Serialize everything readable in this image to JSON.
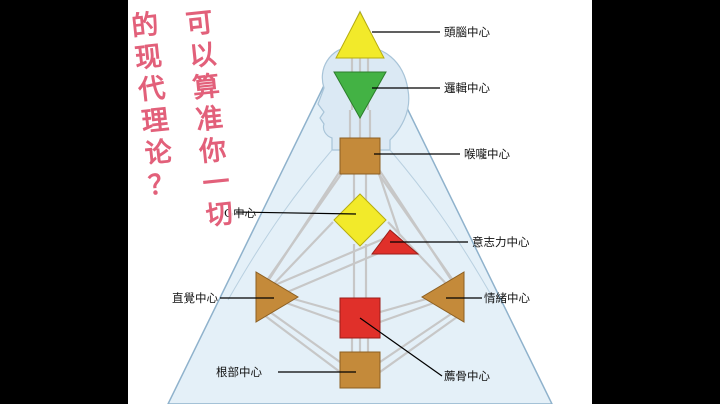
{
  "overlay_text": {
    "left_column": [
      "的",
      "现",
      "代",
      "理",
      "论",
      "？"
    ],
    "right_column": [
      "可",
      "以",
      "算",
      "准",
      "你",
      "一",
      "切"
    ]
  },
  "centers": {
    "head": "頭腦中心",
    "ajna": "邏輯中心",
    "throat": "喉嚨中心",
    "g": "G中心",
    "will": "意志力中心",
    "spleen": "直覺中心",
    "solar_plexus": "情緒中心",
    "sacral": "薦骨中心",
    "root": "根部中心"
  },
  "colors": {
    "background": "#000000",
    "frame": "#ffffff",
    "triangle_fill": "#e4f0f8",
    "triangle_stroke": "#8fb2cc",
    "head_center": "#f2ea2a",
    "ajna_center": "#43b244",
    "throat_center": "#c48a3a",
    "g_center": "#f2ea2a",
    "will_center": "#e0302a",
    "spleen_center": "#c48a3a",
    "solar_plexus_center": "#c48a3a",
    "sacral_center": "#e0302a",
    "root_center": "#c48a3a",
    "overlay_text": "#e2607a"
  }
}
